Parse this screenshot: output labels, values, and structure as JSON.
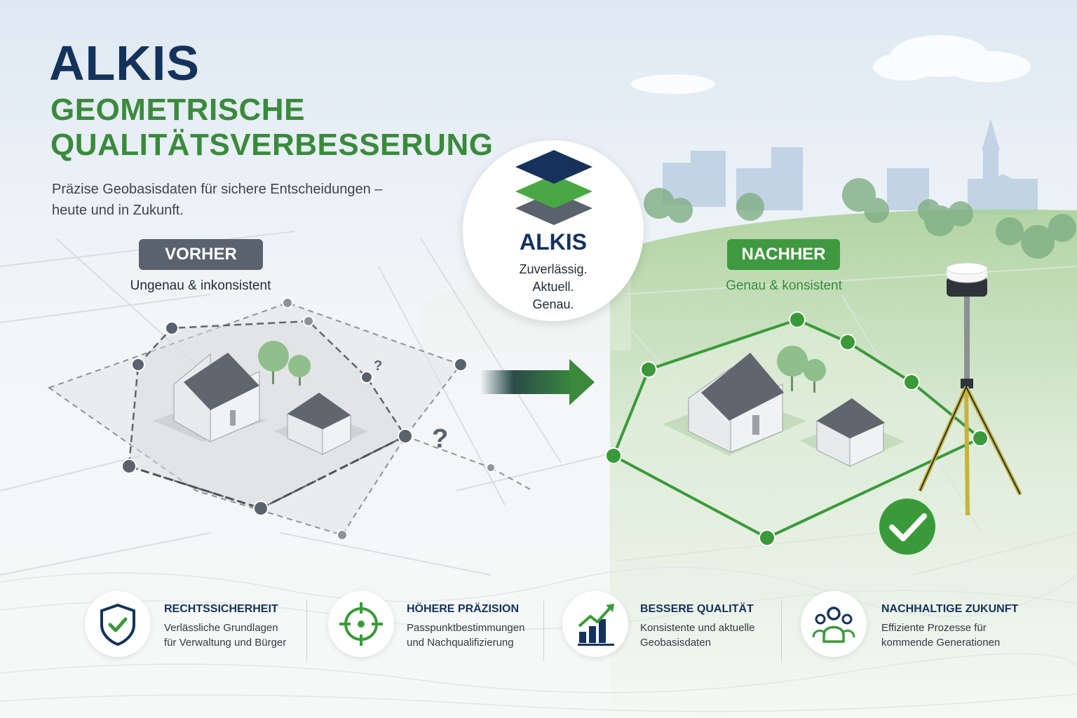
{
  "title": {
    "main": "ALKIS",
    "sub_line1": "GEOMETRISCHE",
    "sub_line2": "QUALITÄTSVERBESSERUNG"
  },
  "subtitle": {
    "line1": "Präzise Geobasisdaten für sichere Entscheidungen –",
    "line2": "heute und in Zukunft."
  },
  "before": {
    "label": "VORHER",
    "caption": "Ungenau & inkonsistent",
    "question_marks": [
      "?",
      "?"
    ]
  },
  "after": {
    "label": "NACHHER",
    "caption": "Genau & konsistent"
  },
  "center": {
    "name": "ALKIS",
    "lines": [
      "Zuverlässig.",
      "Aktuell.",
      "Genau."
    ]
  },
  "features": [
    {
      "icon": "shield-check-icon",
      "title": "RECHTSSICHERHEIT",
      "desc1": "Verlässliche Grundlagen",
      "desc2": "für Verwaltung und Bürger"
    },
    {
      "icon": "crosshair-target-icon",
      "title": "HÖHERE PRÄZISION",
      "desc1": "Passpunktbestimmungen",
      "desc2": "und Nachqualifizierung"
    },
    {
      "icon": "bar-chart-trend-icon",
      "title": "BESSERE QUALITÄT",
      "desc1": "Konsistente und aktuelle",
      "desc2": "Geobasisdaten"
    },
    {
      "icon": "people-group-icon",
      "title": "NACHHALTIGE ZUKUNFT",
      "desc1": "Effiziente Prozesse für",
      "desc2": "kommende Generationen"
    }
  ],
  "colors": {
    "navy": "#14325c",
    "green": "#3f9940",
    "gray_pill": "#5a626d",
    "dark_gray": "#5a626d"
  }
}
